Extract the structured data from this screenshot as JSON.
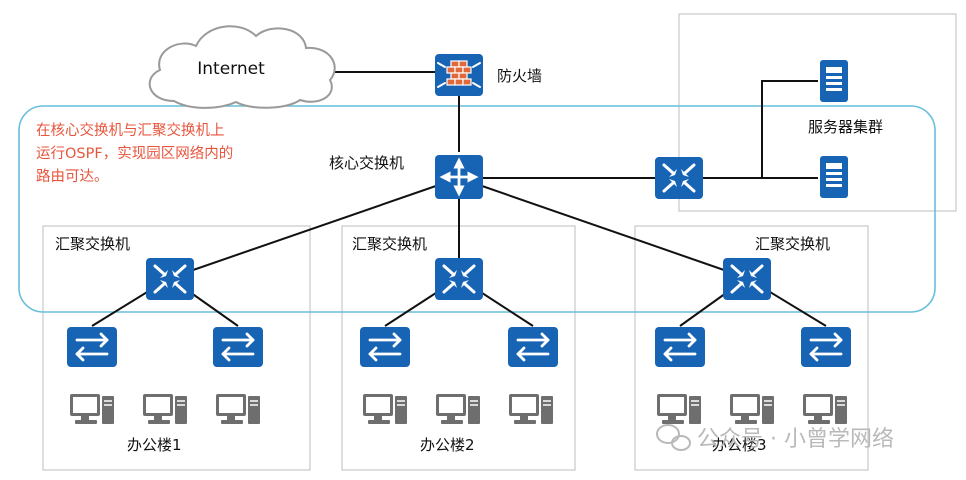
{
  "internet_label": "Internet",
  "firewall_label": "防火墙",
  "core_switch_label": "核心交换机",
  "server_cluster_label": "服务器集群",
  "ospf_note": [
    "在核心交换机与汇聚交换机上",
    "运行OSPF，实现园区网络内的",
    "路由可达。"
  ],
  "buildings": [
    {
      "aggregation_label": "汇聚交换机",
      "building_label": "办公楼1"
    },
    {
      "aggregation_label": "汇聚交换机",
      "building_label": "办公楼2"
    },
    {
      "aggregation_label": "汇聚交换机",
      "building_label": "办公楼3"
    }
  ],
  "watermark": "公众号 · 小曾学网络",
  "colors": {
    "device_blue": "#1764b5",
    "ospf_area_border": "#67bfdc",
    "note_text": "#e8553d",
    "firewall_brick": "#e0693c",
    "building_border": "#c8c8c8"
  }
}
